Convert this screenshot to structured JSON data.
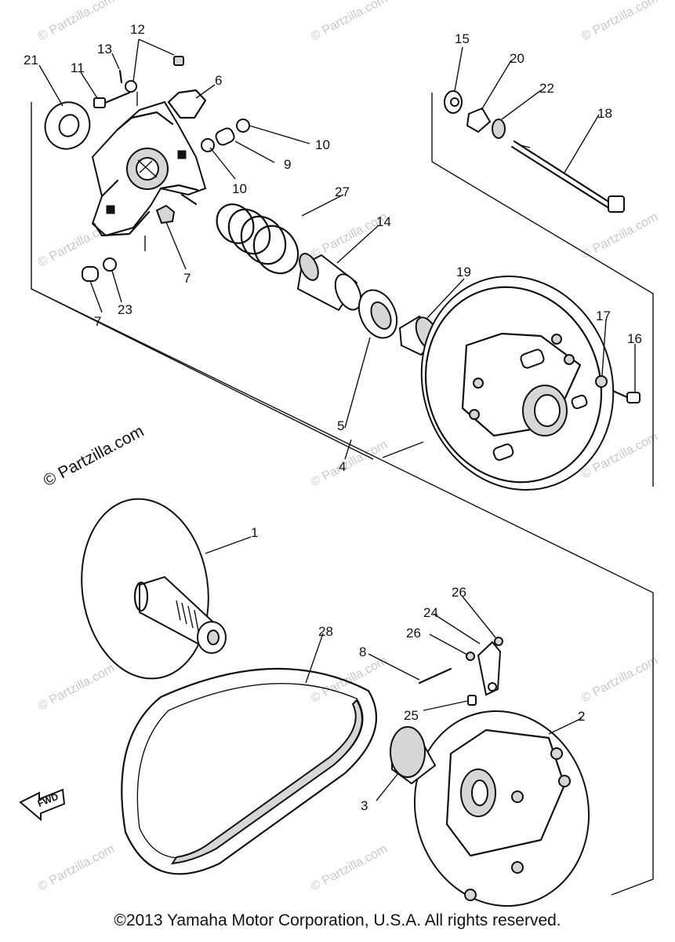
{
  "diagram": {
    "callouts": {
      "c1": "1",
      "c2": "2",
      "c3": "3",
      "c4": "4",
      "c5": "5",
      "c6": "6",
      "c7a": "7",
      "c7b": "7",
      "c8": "8",
      "c9": "9",
      "c10a": "10",
      "c10b": "10",
      "c11": "11",
      "c12": "12",
      "c13": "13",
      "c14": "14",
      "c15": "15",
      "c16": "16",
      "c17": "17",
      "c18": "18",
      "c19": "19",
      "c20": "20",
      "c21": "21",
      "c22": "22",
      "c23": "23",
      "c24": "24",
      "c25": "25",
      "c26a": "26",
      "c26b": "26",
      "c27": "27",
      "c28": "28"
    },
    "fwd_label": "FWD",
    "watermark_main": "© Partzilla.com",
    "watermark_faint": "© Partzilla.com"
  },
  "footer": {
    "copyright": "©2013 Yamaha Motor Corporation, U.S.A. All rights reserved."
  },
  "colors": {
    "ink": "#111111",
    "watermark": "#c9c9c9",
    "background": "#ffffff"
  }
}
